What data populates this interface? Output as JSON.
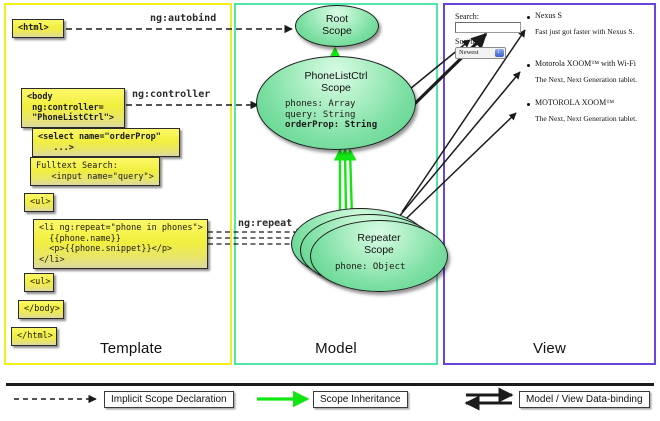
{
  "panels": {
    "template": {
      "label": "Template",
      "color": "#f2ef16"
    },
    "model": {
      "label": "Model",
      "color": "#4fe8a8"
    },
    "view": {
      "label": "View",
      "color": "#6a44e0"
    }
  },
  "template_boxes": [
    {
      "name": "html-open-tag",
      "text": "<html>"
    },
    {
      "name": "body-open-tag",
      "text": "<body\n ng:controller=\n \"PhoneListCtrl\">"
    },
    {
      "name": "select-tag",
      "text": "<select name=\"orderProp\"\n   ...>"
    },
    {
      "name": "fulltext-search",
      "text": "Fulltext Search:\n   <input name=\"query\">"
    },
    {
      "name": "ul-open-tag",
      "text": "<ul>"
    },
    {
      "name": "li-repeat-tag",
      "text": "<li ng:repeat=\"phone in phones\">\n  {{phone.name}}\n  <p>{{phone.snippet}}</p>\n</li>"
    },
    {
      "name": "ul-close-tag",
      "text": "<ul>"
    },
    {
      "name": "body-close-tag",
      "text": "</body>"
    },
    {
      "name": "html-close-tag",
      "text": "</html>"
    }
  ],
  "edge_labels": {
    "autobind": "ng:autobind",
    "controller": "ng:controller",
    "repeat": "ng:repeat"
  },
  "model_scopes": [
    {
      "name": "root-scope",
      "title": "Root\nScope",
      "props": []
    },
    {
      "name": "phonelistctrl-scope",
      "title": "PhoneListCtrl\nScope",
      "props": [
        {
          "text": "phones: Array",
          "bold": false
        },
        {
          "text": "query: String",
          "bold": false
        },
        {
          "text": "orderProp: String",
          "bold": true
        }
      ]
    },
    {
      "name": "repeater-scope",
      "title": "Repeater\nScope",
      "props": [
        {
          "text": "phone: Object",
          "bold": false
        }
      ]
    }
  ],
  "view": {
    "search_label": "Search:",
    "search_value": "",
    "sort_label": "Sort by:",
    "sort_selected": "Newest",
    "phones": [
      {
        "name": "Nexus S",
        "snippet": "Fast just got faster with Nexus S."
      },
      {
        "name": "Motorola XOOM™ with Wi-Fi",
        "snippet": "The Next, Next Generation tablet."
      },
      {
        "name": "MOTOROLA XOOM™",
        "snippet": "The Next, Next Generation tablet."
      }
    ]
  },
  "legend": [
    {
      "name": "implicit-scope-declaration",
      "label": "Implicit Scope Declaration",
      "style": "dashed-black"
    },
    {
      "name": "scope-inheritance",
      "label": "Scope Inheritance",
      "style": "solid-green"
    },
    {
      "name": "model-view-data-binding",
      "label": "Model / View Data-binding",
      "style": "double-black"
    }
  ],
  "colors": {
    "template_border": "#f2ef16",
    "model_border": "#4fe8a8",
    "view_border": "#6a44e0",
    "inheritance_arrow": "#12e612",
    "code_box_fill": "#f2ef3e"
  }
}
